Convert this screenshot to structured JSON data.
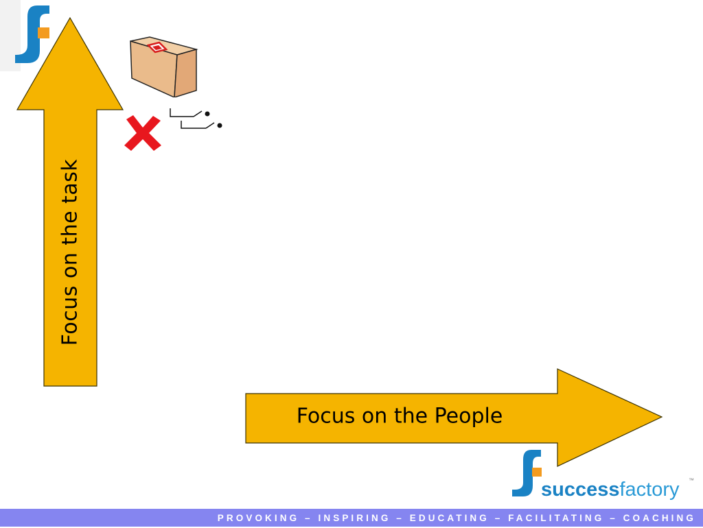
{
  "slide": {
    "vertical_arrow_label": "Focus on the task",
    "horizontal_arrow_label": "Focus on the People"
  },
  "brand": {
    "name_bold": "success",
    "name_light": "factory",
    "trademark": "™"
  },
  "footer": {
    "tagline": "PROVOKING – INSPIRING – EDUCATING – FACILITATING – COACHING"
  },
  "colors": {
    "arrow_fill": "#f5b400",
    "logo_blue": "#1a82c4",
    "logo_orange": "#f39b20",
    "footer_bar": "#8585f0",
    "cross_red": "#e8171e",
    "box_tan": "#e8b98a"
  },
  "icons": [
    "success-factory-logo-icon",
    "cardboard-box-icon",
    "red-cross-icon",
    "switch-symbol-icon"
  ]
}
